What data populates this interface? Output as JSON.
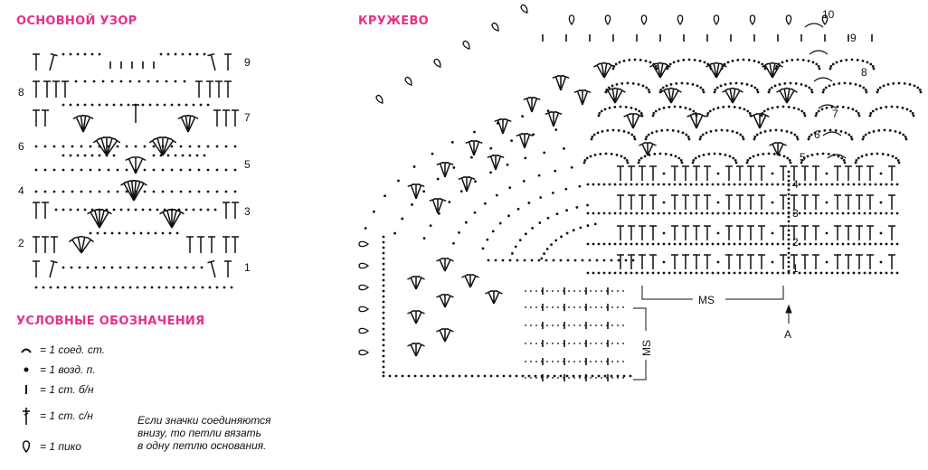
{
  "headings": {
    "main_pattern": "ОСНОВНОЙ УЗОР",
    "lace": "КРУЖЕВО",
    "legend": "УСЛОВНЫЕ ОБОЗНАЧЕНИЯ"
  },
  "main_pattern": {
    "row_numbers_left": [
      "8",
      "6",
      "4",
      "2"
    ],
    "row_numbers_right": [
      "9",
      "7",
      "5",
      "3",
      "1"
    ]
  },
  "legend": {
    "items": [
      {
        "icon": "slip-stitch-icon",
        "text": "= 1 соед. ст."
      },
      {
        "icon": "chain-stitch-icon",
        "text": "= 1 возд. п."
      },
      {
        "icon": "single-crochet-icon",
        "text": "= 1 ст. б/н"
      },
      {
        "icon": "double-crochet-icon",
        "text": "= 1 ст. с/н"
      },
      {
        "icon": "picot-icon",
        "text": "= 1 пико"
      }
    ],
    "note_lines": [
      "Если значки соединяются",
      "внизу, то петли вязать",
      "в одну петлю основания."
    ]
  },
  "lace": {
    "row_numbers": [
      "10",
      "9",
      "8",
      "7",
      "6",
      "5",
      "4",
      "3",
      "2",
      "1"
    ],
    "repeat_label_horizontal": "MS",
    "repeat_label_vertical": "MS",
    "start_marker": "A"
  }
}
